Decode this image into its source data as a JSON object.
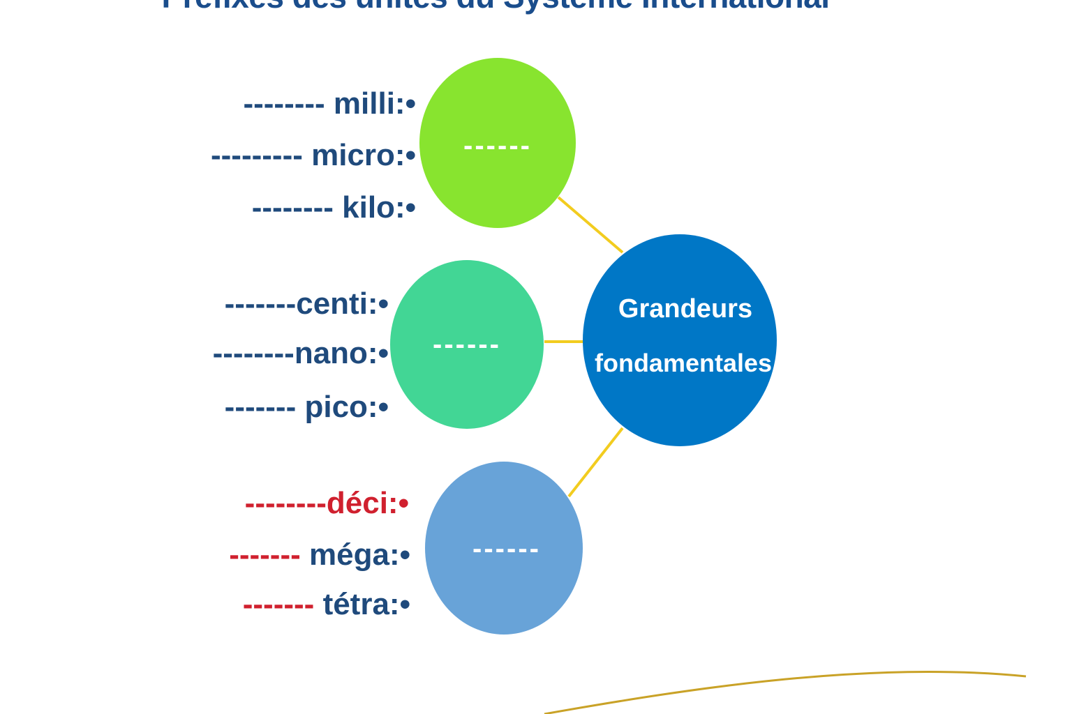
{
  "title": "Préfixes des unités du Système International",
  "colors": {
    "title": "#1a4d8c",
    "label_dark": "#1f4a7c",
    "label_red": "#d0202e",
    "connector": "#f2cc1f",
    "swoosh": "#c9a227",
    "center_fill": "#0077c6",
    "group_1_fill": "#88e42f",
    "group_2_fill": "#42d695",
    "group_3_fill": "#68a3d8"
  },
  "center_node": {
    "line1": "Grandeurs",
    "line2": "fondamentales"
  },
  "groups": [
    {
      "blank": "------",
      "fill_key": "group_1_fill",
      "items": [
        {
          "blank": "--------",
          "prefix": "milli:",
          "blank_color": "dark",
          "prefix_color": "dark"
        },
        {
          "blank": "---------",
          "prefix": "micro:",
          "blank_color": "dark",
          "prefix_color": "dark"
        },
        {
          "blank": "--------",
          "prefix": "kilo:",
          "blank_color": "dark",
          "prefix_color": "dark"
        }
      ]
    },
    {
      "blank": "------",
      "fill_key": "group_2_fill",
      "items": [
        {
          "blank": "-------",
          "prefix": "centi:",
          "blank_color": "dark",
          "prefix_color": "dark"
        },
        {
          "blank": "--------",
          "prefix": "nano:",
          "blank_color": "dark",
          "prefix_color": "dark"
        },
        {
          "blank": "-------",
          "prefix": "pico:",
          "blank_color": "dark",
          "prefix_color": "dark"
        }
      ]
    },
    {
      "blank": "------",
      "fill_key": "group_3_fill",
      "items": [
        {
          "blank": "--------",
          "prefix": "déci:",
          "blank_color": "red",
          "prefix_color": "red"
        },
        {
          "blank": "-------",
          "prefix": "méga:",
          "blank_color": "red",
          "prefix_color": "dark"
        },
        {
          "blank": "-------",
          "prefix": "tétra:",
          "blank_color": "red",
          "prefix_color": "dark"
        }
      ]
    }
  ],
  "bullet": "•"
}
